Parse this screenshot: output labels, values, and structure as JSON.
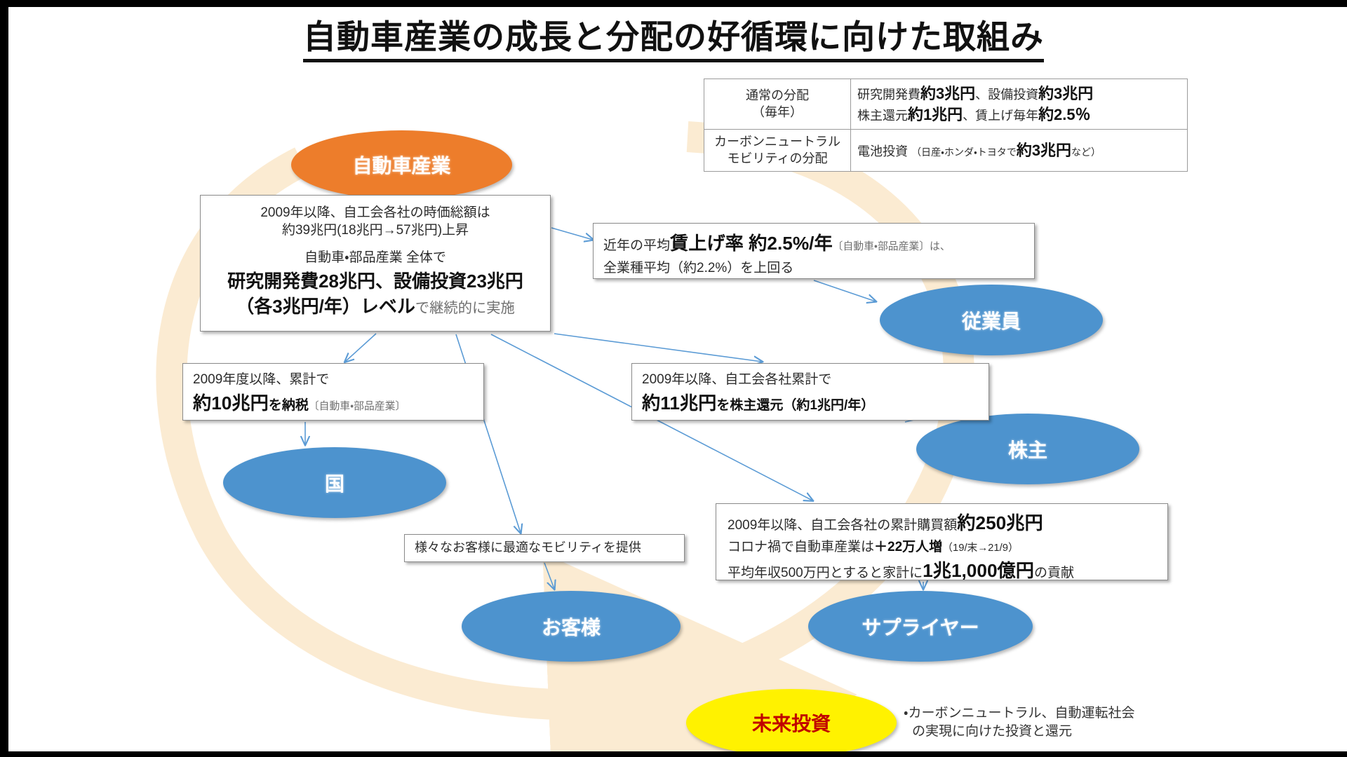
{
  "slide": {
    "title": "自動車産業の成長と分配の好循環に向けた取組み"
  },
  "colors": {
    "industry": "#ED7D2B",
    "stakeholder": "#4D93CE",
    "future": "#FFF200",
    "future_text": "#C00000",
    "loop_arrow": "#FCEFD9",
    "connector": "#5B9BD5"
  },
  "nodes": {
    "industry": "自動車産業",
    "employee": "従業員",
    "shareholder": "株主",
    "country": "国",
    "customer": "お客様",
    "supplier": "サプライヤー",
    "future": "未来投資"
  },
  "table": {
    "rows": [
      {
        "header_line1": "通常の分配",
        "header_line2": "（毎年）",
        "body_line1_pre": "研究開発費",
        "body_line1_v1": "約3兆円",
        "body_line1_mid": "、設備投資",
        "body_line1_v2": "約3兆円",
        "body_line2_pre": "株主還元",
        "body_line2_v1": "約1兆円",
        "body_line2_mid": "、賃上げ毎年",
        "body_line2_v2": "約2.5％"
      },
      {
        "header_line1": "カーボンニュートラル",
        "header_line2": "モビリティの分配",
        "body_pre": "電池投資",
        "body_paren": "（日産・ホンダ・トヨタで",
        "body_value": "約3兆円",
        "body_suffix": "など）"
      }
    ]
  },
  "boxes": {
    "main": {
      "line1": "2009年以降、自工会各社の時価総額は",
      "line2": "約39兆円(18兆円→57兆円)上昇",
      "line3": "自動車・部品産業 全体で",
      "line4_a": "研究開発費",
      "line4_b": "28兆円",
      "line4_c": "、設備投資",
      "line4_d": "23兆円",
      "line5_a": "（各3兆円/年）レベル",
      "line5_b": "で継続的に実施"
    },
    "wage": {
      "line1_a": "近年の平均",
      "line1_b": "賃上げ率 約2.5%/年",
      "line1_c": "〔自動車・部品産業〕は、",
      "line2": "全業種平均（約2.2%）を上回る"
    },
    "tax": {
      "line1": "2009年度以降、累計で",
      "line2_a": "約10兆円",
      "line2_b": "を納税",
      "line2_c": "〔自動車・部品産業〕"
    },
    "shareholder_return": {
      "line1": "2009年以降、自工会各社累計で",
      "line2_a": "約11兆円",
      "line2_b": "を株主還元（約1兆円/年）"
    },
    "purchase": {
      "line1_a": "2009年以降、自工会各社の累計購買額",
      "line1_b": "約250兆円",
      "line2_a": "コロナ禍で自動車産業は",
      "line2_b": "＋22万人増",
      "line2_c": "（19/末→21/9）",
      "line3_a": "平均年収500万円とすると家計に",
      "line3_b": "1兆1,000億円",
      "line3_c": "の貢献"
    },
    "mobility": {
      "text": "様々なお客様に最適なモビリティを提供"
    }
  },
  "future_note": {
    "line1": "・カーボンニュートラル、自動運転社会",
    "line2": "の実現に向けた投資と還元"
  }
}
